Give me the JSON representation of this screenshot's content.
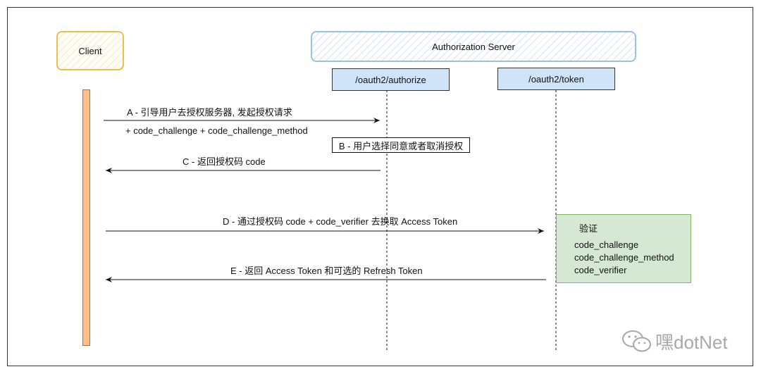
{
  "participants": {
    "client": "Client",
    "server": "Authorization Server",
    "authorize_endpoint": "/oauth2/authorize",
    "token_endpoint": "/oauth2/token"
  },
  "messages": {
    "a": "A - 引导用户去授权服务器, 发起授权请求",
    "a_params": "+ code_challenge + code_challenge_method",
    "b": "B - 用户选择同意或者取消授权",
    "c": "C - 返回授权码 code",
    "d": "D - 通过授权码 code + code_verifier 去换取 Access Token",
    "e": "E - 返回 Access Token 和可选的 Refresh Token"
  },
  "verify": {
    "title": "验证",
    "items": [
      "code_challenge",
      "code_challenge_method",
      "code_verifier"
    ]
  },
  "watermark": "嘿dotNet",
  "colors": {
    "client_border": "#e8c04e",
    "server_border": "#9cbfe6",
    "endpoint_fill": "#cfe4f8",
    "activation_fill": "#f9c08e",
    "verify_fill": "#d5e8d4",
    "verify_border": "#82b366"
  }
}
